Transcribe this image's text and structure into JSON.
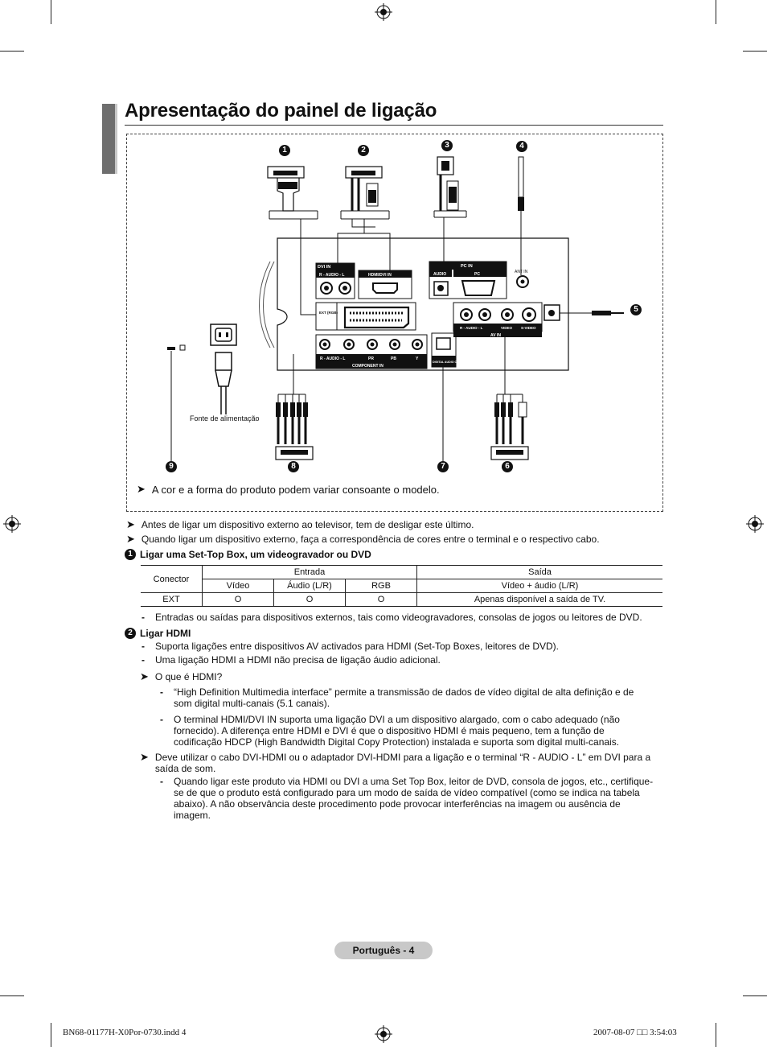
{
  "page_title": "Apresentação do painel de ligação",
  "diagram": {
    "badges": [
      "1",
      "2",
      "3",
      "4",
      "5",
      "6",
      "7",
      "8",
      "9"
    ],
    "panel_labels": {
      "dvi_in": "DVI IN",
      "audio_rl": "R - AUDIO - L",
      "hdmi_dvi_in": "HDMI/DVI IN",
      "pc_in": "PC IN",
      "audio": "AUDIO",
      "pc": "PC",
      "ant_in": "ANT IN",
      "ext_rgb": "EXT (RGB)",
      "video": "VIDEO",
      "s_video": "S-VIDEO",
      "av_in": "AV IN",
      "pr": "PR",
      "pb": "PB",
      "y": "Y",
      "component_in": "COMPONENT IN",
      "digital_audio_out": "DIGITAL AUDIO OUT (OPTICAL)",
      "power_source": "Fonte de alimentação"
    },
    "note": "A cor e a forma do produto podem variar consoante o modelo."
  },
  "notes": [
    "Antes de ligar um dispositivo externo ao televisor, tem de desligar este último.",
    "Quando ligar um dispositivo externo, faça a correspondência de cores entre o terminal e o respectivo cabo."
  ],
  "section1": {
    "number": "1",
    "heading": "Ligar uma Set-Top Box, um videogravador ou DVD",
    "table": {
      "conector": "Conector",
      "entrada": "Entrada",
      "saida": "Saída",
      "video": "Vídeo",
      "audio_lr": "Áudio (L/R)",
      "rgb": "RGB",
      "video_audio": "Vídeo + áudio (L/R)",
      "row_name": "EXT",
      "row_video": "O",
      "row_audio": "O",
      "row_rgb": "O",
      "row_out": "Apenas disponível a saída de TV."
    },
    "bullet": "Entradas ou saídas para dispositivos externos, tais como videogravadores, consolas de jogos ou leitores de DVD."
  },
  "section2": {
    "number": "2",
    "heading": "Ligar HDMI",
    "bullets": [
      "Suporta ligações entre dispositivos AV activados para HDMI (Set-Top Boxes, leitores de DVD).",
      "Uma ligação HDMI a HDMI não precisa de ligação áudio adicional."
    ],
    "note_q": "O que é HDMI?",
    "q_bullets": [
      "“High Definition Multimedia interface” permite a transmissão de dados de vídeo digital de alta definição e de som digital multi-canais (5.1 canais).",
      "O terminal HDMI/DVI IN suporta uma ligação DVI a um dispositivo alargado, com o cabo adequado (não fornecido). A diferença entre HDMI e DVI é que o dispositivo HDMI é mais pequeno, tem a função de codificação HDCP (High Bandwidth Digital Copy Protection) instalada e suporta som digital multi-canais."
    ],
    "note_dvi": "Deve utilizar o cabo DVI-HDMI ou o adaptador DVI-HDMI para a ligação e o terminal “R - AUDIO - L” em DVI para a saída de som.",
    "dvi_bullet": "Quando ligar este produto via HDMI ou DVI a uma Set Top Box, leitor de DVD, consola de jogos, etc., certifique-se de que o produto está configurado para um modo de saída de vídeo compatível (como se indica na tabela abaixo). A não observância deste procedimento pode provocar interferências na imagem ou ausência de imagem."
  },
  "footer": {
    "page_label": "Português - 4",
    "file": "BN68-01177H-X0Por-0730.indd   4",
    "date": "2007-08-07   □□ 3:54:03"
  }
}
